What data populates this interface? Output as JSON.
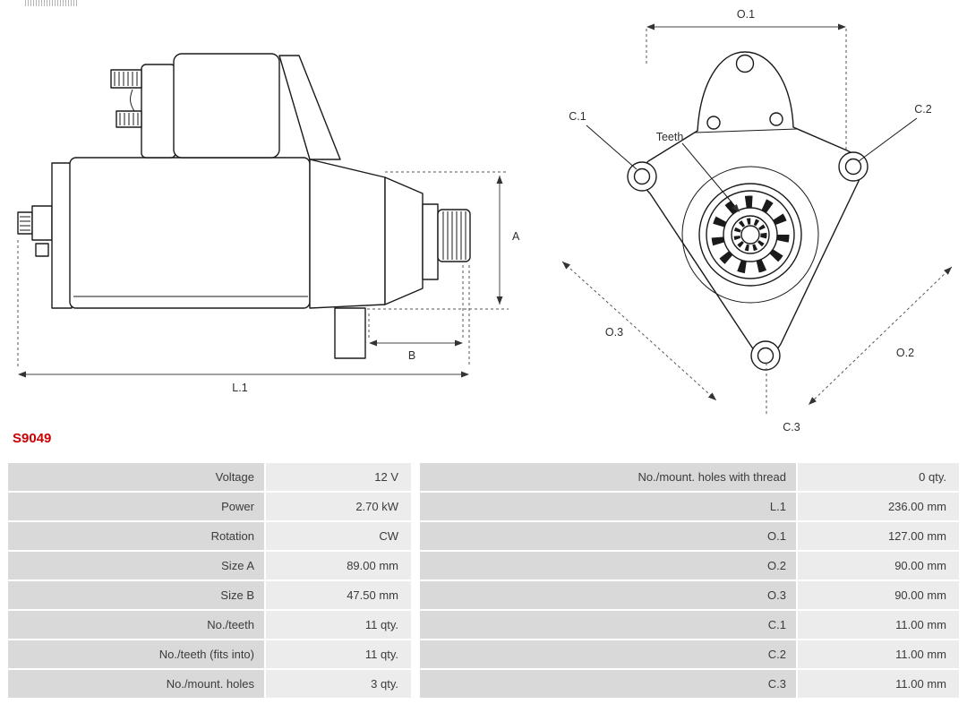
{
  "part": {
    "number": "S9049"
  },
  "colors": {
    "accent": "#cc0000",
    "table_label_bg": "#d9d9d9",
    "table_value_bg": "#ececec"
  },
  "diagram": {
    "side_view": {
      "dim_a": "A",
      "dim_b": "B",
      "dim_l1": "L.1"
    },
    "front_view": {
      "dim_o1": "O.1",
      "dim_o2": "O.2",
      "dim_o3": "O.3",
      "hole_c1": "C.1",
      "hole_c2": "C.2",
      "hole_c3": "C.3",
      "teeth_label": "Teeth"
    }
  },
  "spec_table": {
    "rows": [
      {
        "label_left": "Voltage",
        "value_left": "12 V",
        "label_right": "No./mount. holes with thread",
        "value_right": "0 qty."
      },
      {
        "label_left": "Power",
        "value_left": "2.70 kW",
        "label_right": "L.1",
        "value_right": "236.00 mm"
      },
      {
        "label_left": "Rotation",
        "value_left": "CW",
        "label_right": "O.1",
        "value_right": "127.00 mm"
      },
      {
        "label_left": "Size A",
        "value_left": "89.00 mm",
        "label_right": "O.2",
        "value_right": "90.00 mm"
      },
      {
        "label_left": "Size B",
        "value_left": "47.50 mm",
        "label_right": "O.3",
        "value_right": "90.00 mm"
      },
      {
        "label_left": "No./teeth",
        "value_left": "11 qty.",
        "label_right": "C.1",
        "value_right": "11.00 mm"
      },
      {
        "label_left": "No./teeth (fits into)",
        "value_left": "11 qty.",
        "label_right": "C.2",
        "value_right": "11.00 mm"
      },
      {
        "label_left": "No./mount. holes",
        "value_left": "3 qty.",
        "label_right": "C.3",
        "value_right": "11.00 mm"
      }
    ]
  }
}
